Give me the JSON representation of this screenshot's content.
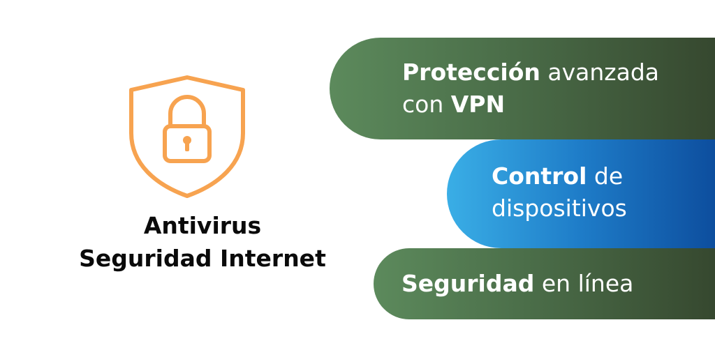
{
  "colors": {
    "shield_stroke": "#f7a350",
    "green_light": "#5c8a5c",
    "green_dark": "#36482f",
    "blue_light": "#3aaee6",
    "blue_dark": "#0d4e9e",
    "text_dark": "#0a0a0a",
    "text_light": "#ffffff"
  },
  "logo": {
    "icon": "shield-lock-icon",
    "title_line1": "Antivirus",
    "title_line2": "Seguridad Internet"
  },
  "features": [
    {
      "bold": "Protección",
      "rest": " avanzada",
      "line2_plain": "con ",
      "line2_bold": "VPN"
    },
    {
      "bold": "Control",
      "rest": " de",
      "line2_plain": "dispositivos"
    },
    {
      "bold": "Seguridad",
      "rest": " en línea"
    }
  ]
}
